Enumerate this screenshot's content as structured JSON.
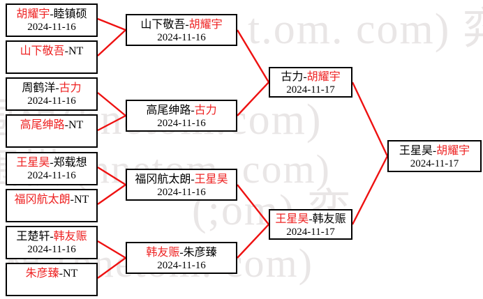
{
  "watermark": {
    "line_a": "t.om. com)  弈",
    "line_b": "围棋(hnetom.com)",
    "line_c": "(;om)  弈",
    "line_d": "围棋 (hnetom. com)",
    "line_e": "围棋 (hnetom. com)"
  },
  "colors": {
    "winner": "#ee2222",
    "loser": "#000000",
    "connector": "#ee1111",
    "box_border": "#000000",
    "background": "#ffffff"
  },
  "bracket": {
    "round1": [
      {
        "winner": "胡耀宇",
        "sep": "-",
        "loser": "睦镇硕",
        "date": "2024-11-16"
      },
      {
        "winner": "山下敬吾",
        "sep": "-",
        "loser": "NT",
        "date": ""
      },
      {
        "winner": "古力",
        "sep": "-",
        "loser": "周鹤洋",
        "date": "2024-11-16",
        "winner_side": "right"
      },
      {
        "winner": "高尾绅路",
        "sep": "-",
        "loser": "NT",
        "date": ""
      },
      {
        "winner": "王星昊",
        "sep": "-",
        "loser": "郑载想",
        "date": "2024-11-16"
      },
      {
        "winner": "福冈航太朗",
        "sep": "-",
        "loser": "NT",
        "date": ""
      },
      {
        "winner": "韩友赈",
        "sep": "-",
        "loser": "王楚轩",
        "date": "2024-11-16",
        "winner_side": "right"
      },
      {
        "winner": "朱彦臻",
        "sep": "-",
        "loser": "NT",
        "date": ""
      }
    ],
    "round1_display": [
      {
        "left": "胡耀宇",
        "left_win": true,
        "sep": "-",
        "right": "睦镇硕",
        "right_win": false,
        "date": "2024-11-16"
      },
      {
        "left": "山下敬吾",
        "left_win": true,
        "sep": "-",
        "right": "NT",
        "right_win": false,
        "date": ""
      },
      {
        "left": "周鹤洋",
        "left_win": false,
        "sep": "-",
        "right": "古力",
        "right_win": true,
        "date": "2024-11-16"
      },
      {
        "left": "高尾绅路",
        "left_win": true,
        "sep": "-",
        "right": "NT",
        "right_win": false,
        "date": ""
      },
      {
        "left": "王星昊",
        "left_win": true,
        "sep": "-",
        "right": "郑载想",
        "right_win": false,
        "date": "2024-11-16"
      },
      {
        "left": "福冈航太朗",
        "left_win": true,
        "sep": "-",
        "right": "NT",
        "right_win": false,
        "date": ""
      },
      {
        "left": "王楚轩",
        "left_win": false,
        "sep": "-",
        "right": "韩友赈",
        "right_win": true,
        "date": "2024-11-16"
      },
      {
        "left": "朱彦臻",
        "left_win": true,
        "sep": "-",
        "right": "NT",
        "right_win": false,
        "date": ""
      }
    ],
    "round2_display": [
      {
        "left": "山下敬吾",
        "left_win": false,
        "sep": "-",
        "right": "胡耀宇",
        "right_win": true,
        "date": "2024-11-16"
      },
      {
        "left": "高尾绅路",
        "left_win": false,
        "sep": "-",
        "right": "古力",
        "right_win": true,
        "date": "2024-11-16"
      },
      {
        "left": "福冈航太朗",
        "left_win": false,
        "sep": "-",
        "right": "王星昊",
        "right_win": true,
        "date": "2024-11-16"
      },
      {
        "left": "韩友赈",
        "left_win": true,
        "sep": "-",
        "right": "朱彦臻",
        "right_win": false,
        "date": "2024-11-16"
      }
    ],
    "round3_display": [
      {
        "left": "古力",
        "left_win": false,
        "sep": "-",
        "right": "胡耀宇",
        "right_win": true,
        "date": "2024-11-17"
      },
      {
        "left": "王星昊",
        "left_win": true,
        "sep": "-",
        "right": "韩友赈",
        "right_win": false,
        "date": "2024-11-17"
      }
    ],
    "round4_display": [
      {
        "left": "王星昊",
        "left_win": false,
        "sep": "-",
        "right": "胡耀宇",
        "right_win": true,
        "date": "2024-11-17"
      }
    ]
  }
}
